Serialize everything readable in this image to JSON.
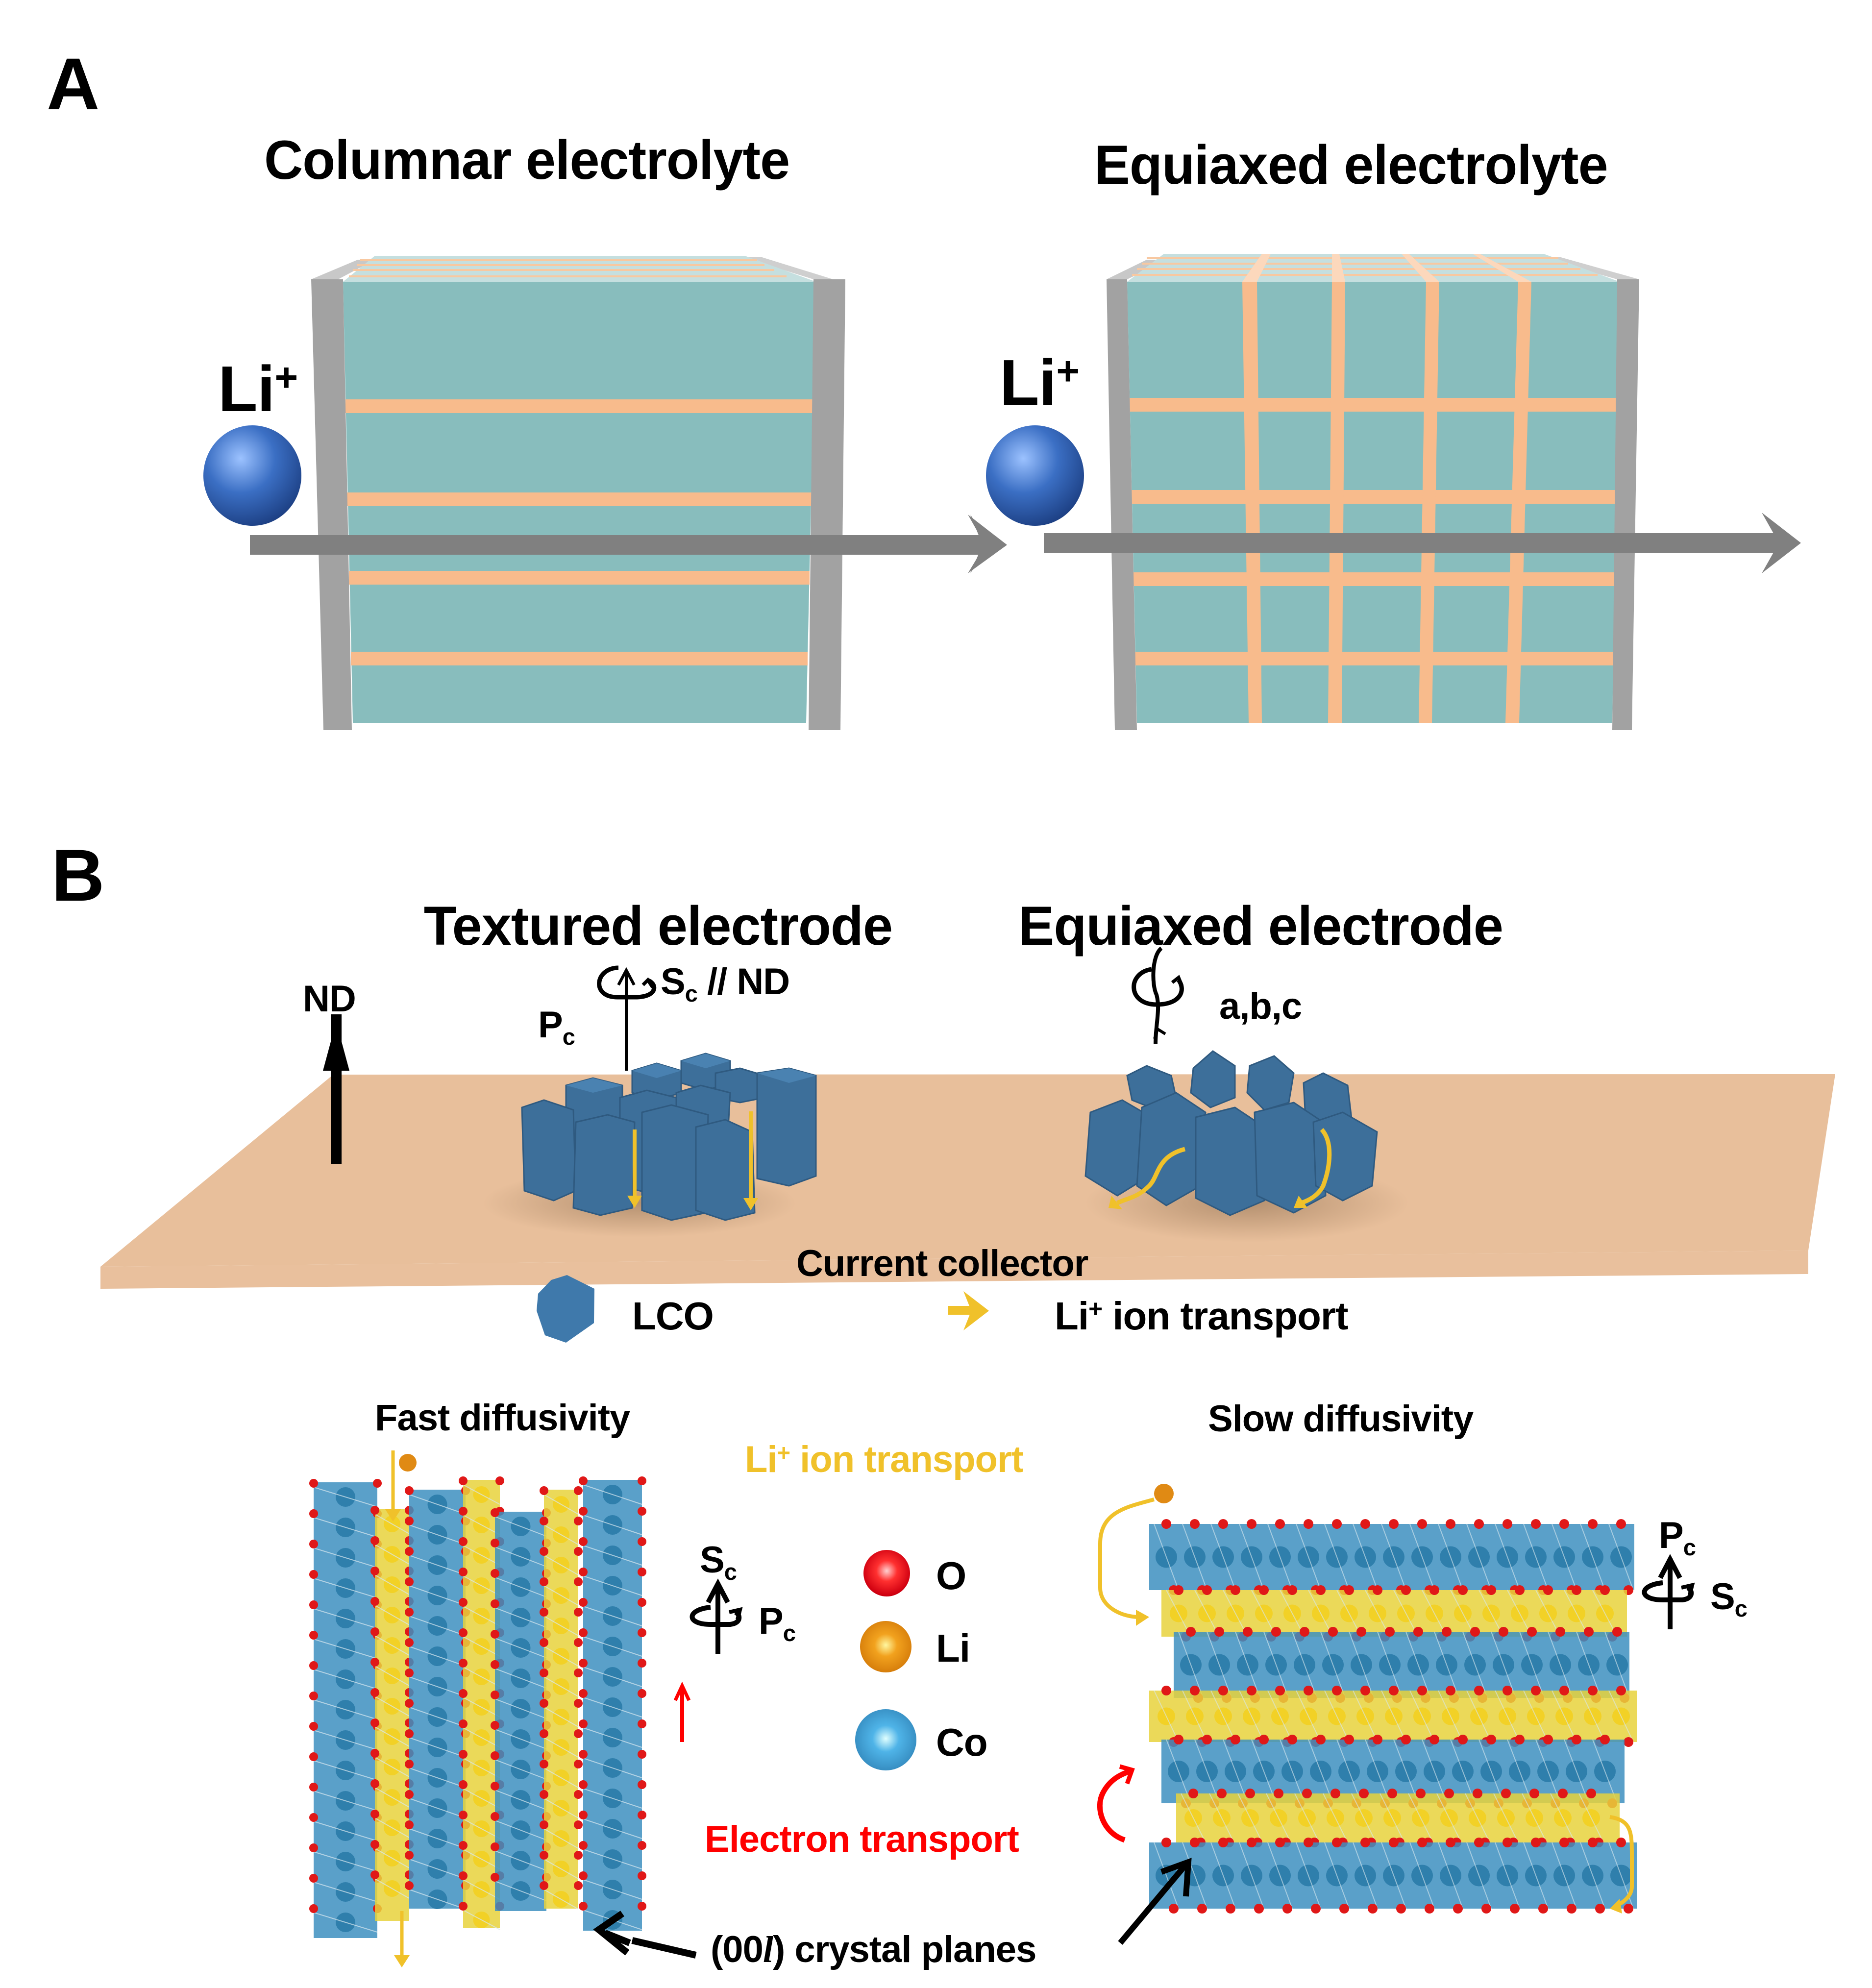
{
  "panel_a": {
    "label": "A",
    "left": {
      "title": "Columnar electrolyte",
      "ion_label": "Li",
      "ion_charge": "+",
      "grain_type": "columnar"
    },
    "right": {
      "title": "Equiaxed electrolyte",
      "ion_label": "Li",
      "ion_charge": "+",
      "grain_type": "equiaxed"
    },
    "colors": {
      "electrolyte": "#88bdbd",
      "grain_boundary": "#f8bb8c",
      "current_collector": "#a2a2a2",
      "arrow": "#808080",
      "ion": "#3b6fc4"
    }
  },
  "panel_b": {
    "label": "B",
    "textured": {
      "title": "Textured electrode",
      "rotation_main": "P",
      "rotation_main_sub": "c",
      "rotation_axis": "S",
      "rotation_axis_sub": "c",
      "rotation_suffix": " // ND"
    },
    "equiaxed": {
      "title": "Equiaxed electrode",
      "rotation_label": "a,b,c"
    },
    "nd_label": "ND",
    "substrate_label": "Current collector",
    "legend": {
      "lco_label": "LCO",
      "transport_label_main": "Li",
      "transport_label_sup": "+",
      "transport_label_rest": " ion transport"
    },
    "colors": {
      "lco": "#3d6f9a",
      "substrate": "#e8bf9b",
      "li_arrow": "#f0c12a"
    }
  },
  "crystal": {
    "fast_title": "Fast diffusivity",
    "slow_title": "Slow diffusivity",
    "li_transport_main": "Li",
    "li_transport_sup": "+",
    "li_transport_rest": " ion transport",
    "electron_transport": "Electron transport",
    "planes_label_pre": "(00",
    "planes_label_ital": "l",
    "planes_label_post": ") crystal planes",
    "left_axis": {
      "top": "S",
      "top_sub": "c",
      "side": "P",
      "side_sub": "c"
    },
    "right_axis": {
      "top": "P",
      "top_sub": "c",
      "side": "S",
      "side_sub": "c"
    },
    "atoms": [
      {
        "symbol": "O",
        "color": "#e01818"
      },
      {
        "symbol": "Li",
        "color": "#e08a14"
      },
      {
        "symbol": "Co",
        "color": "#3c9bd0"
      }
    ],
    "colors": {
      "co_layer": "#3d8fc0",
      "li_layer": "#e8d23c",
      "li_text": "#f0c12a",
      "electron": "#ff0000"
    }
  }
}
